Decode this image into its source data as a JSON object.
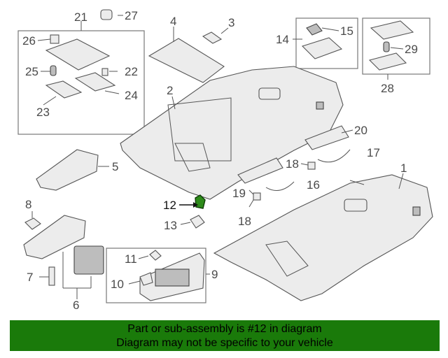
{
  "callouts": {
    "c1": "1",
    "c2": "2",
    "c3": "3",
    "c4": "4",
    "c5": "5",
    "c6": "6",
    "c7": "7",
    "c8": "8",
    "c9": "9",
    "c10": "10",
    "c11": "11",
    "c12": "12",
    "c13": "13",
    "c14": "14",
    "c15": "15",
    "c16": "16",
    "c17": "17",
    "c18a": "18",
    "c18b": "18",
    "c19": "19",
    "c20": "20",
    "c21": "21",
    "c22": "22",
    "c23": "23",
    "c24": "24",
    "c25": "25",
    "c26": "26",
    "c27": "27",
    "c28": "28",
    "c29": "29"
  },
  "colors": {
    "banner": "#1a7a0a",
    "highlight_part": "#2e8b1a"
  },
  "banner": {
    "line1": "Part or sub-assembly is #12 in diagram",
    "line2": "Diagram may not be specific to your vehicle"
  }
}
